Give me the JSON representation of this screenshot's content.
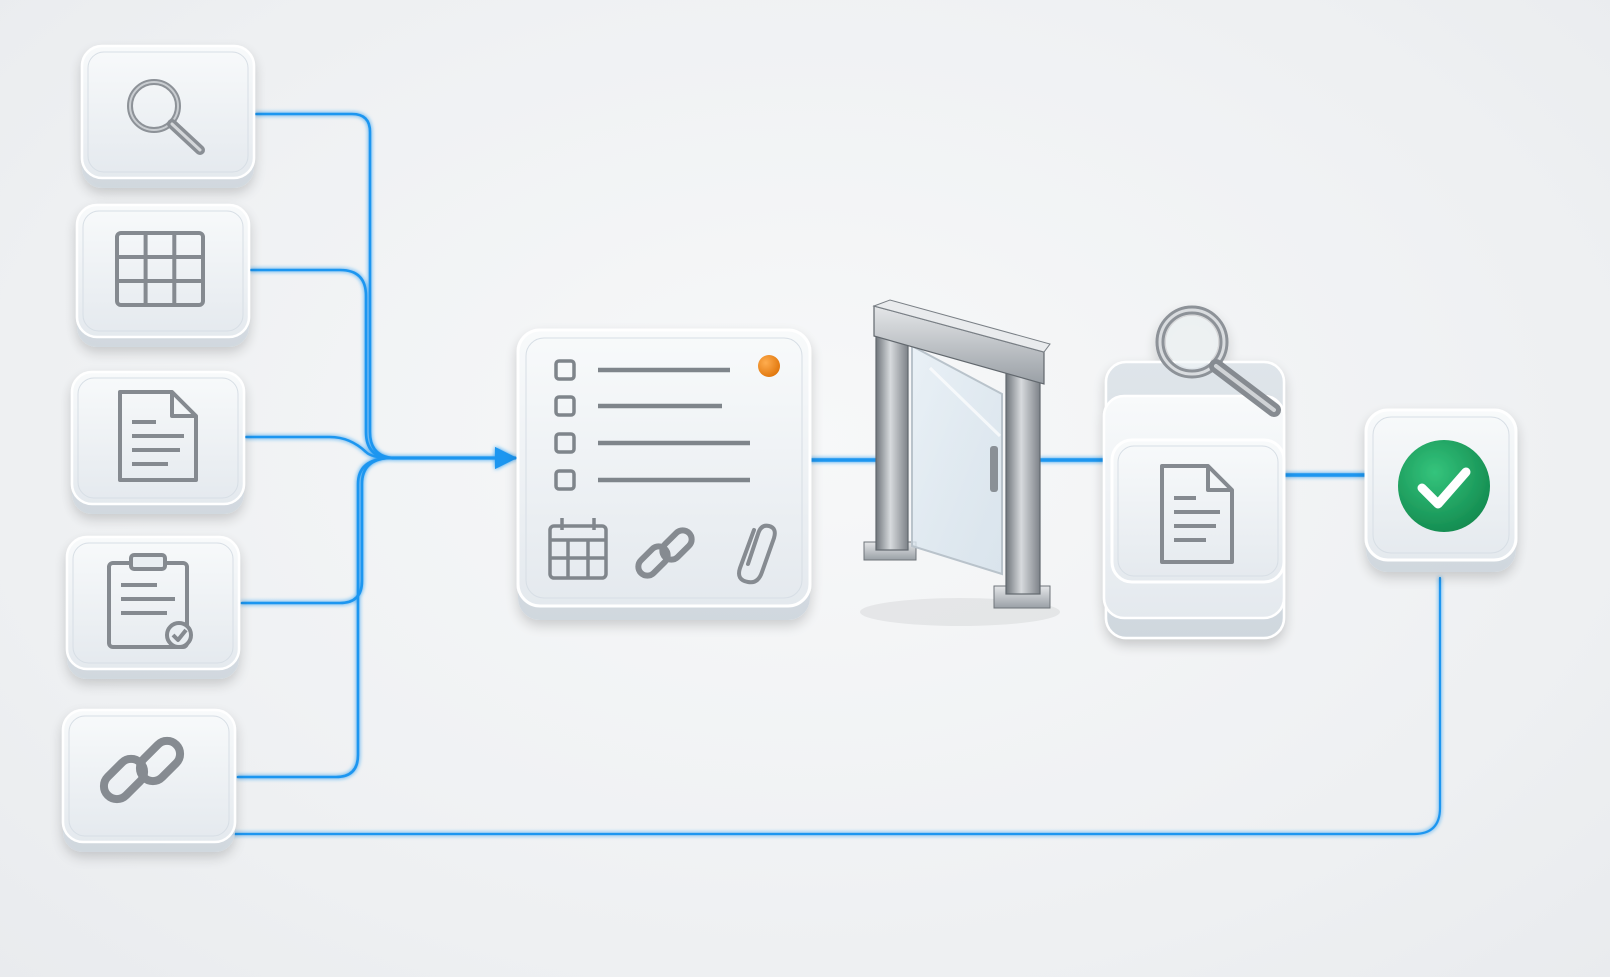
{
  "palette": {
    "background": "#eef0f2",
    "connector": "#1e96f0",
    "glass_fill": "#e9eef2",
    "glass_edge": "#ffffff",
    "metal": "#8a8f95",
    "metal_dark": "#5b6066",
    "status_dot": "#f08a1c",
    "success": "#1fa463"
  },
  "sources": [
    {
      "id": "search",
      "icon": "magnifier-icon"
    },
    {
      "id": "table",
      "icon": "grid-table-icon"
    },
    {
      "id": "document",
      "icon": "document-icon"
    },
    {
      "id": "clipboard",
      "icon": "clipboard-check-icon"
    },
    {
      "id": "link",
      "icon": "chain-link-icon"
    }
  ],
  "form_card": {
    "checklist_rows": 4,
    "status_dot_color": "#f08a1c",
    "footer_icons": [
      "calendar-icon",
      "chain-link-icon",
      "paperclip-icon"
    ]
  },
  "gate": {
    "icon": "glass-door-gate-icon"
  },
  "review_stack": {
    "layers": 3,
    "icons": [
      "document-icon",
      "magnifier-icon"
    ]
  },
  "result": {
    "icon": "checkmark-icon",
    "color": "#1fa463"
  },
  "feedback_loop": {
    "from": "result",
    "to": "link"
  }
}
